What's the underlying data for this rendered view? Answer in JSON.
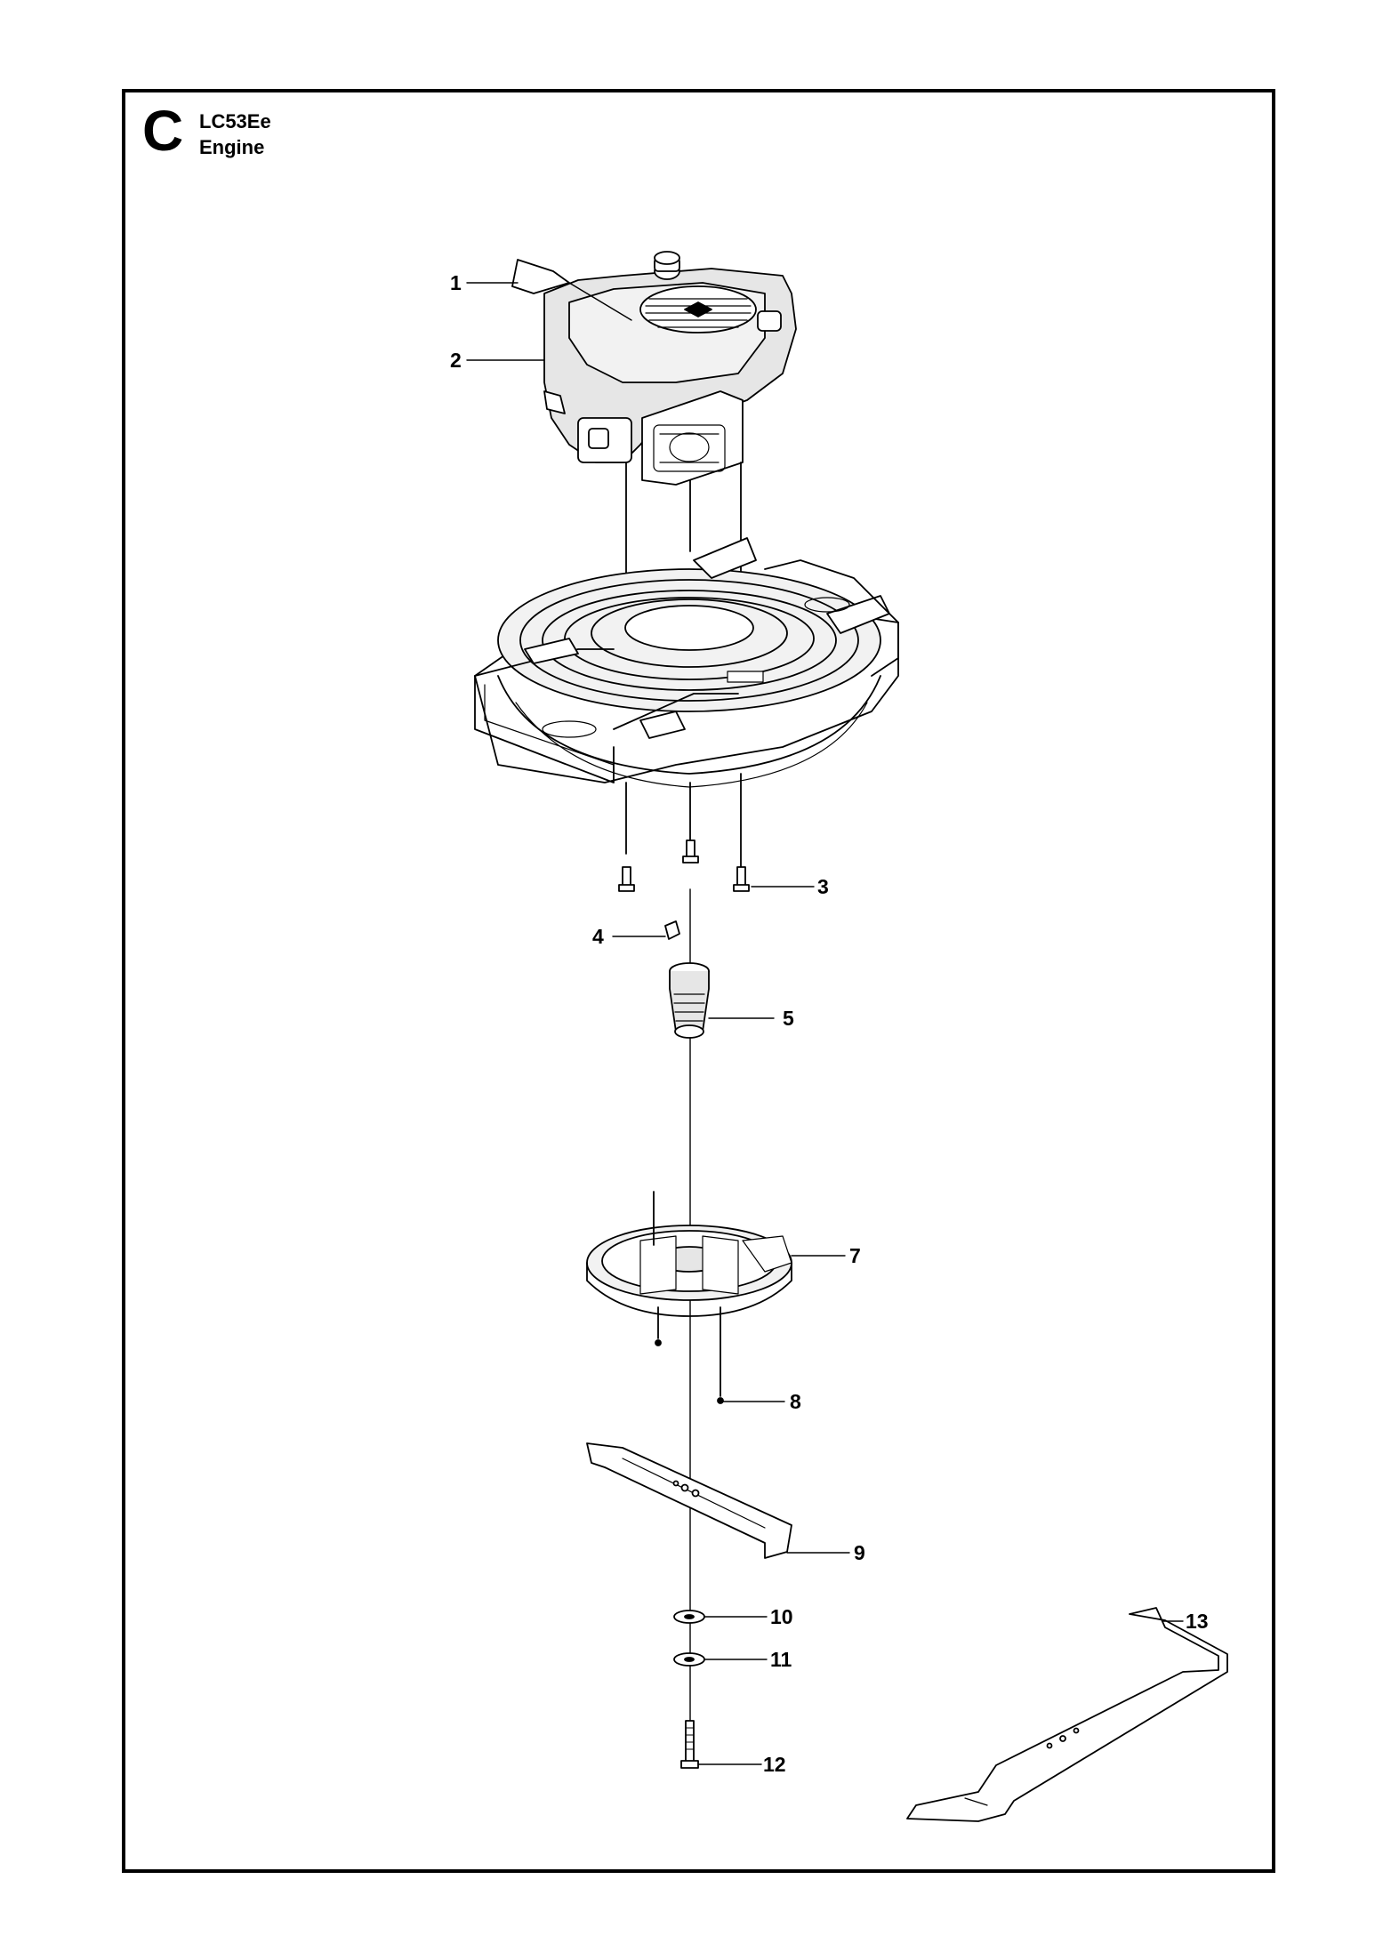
{
  "header": {
    "section_letter": "C",
    "model": "LC53Ee",
    "title": "Engine"
  },
  "callouts": [
    "1",
    "2",
    "3",
    "4",
    "5",
    "7",
    "8",
    "9",
    "10",
    "11",
    "12",
    "13"
  ],
  "colors": {
    "line": "#000000",
    "background": "#ffffff",
    "shade": "#d8d8d8"
  }
}
